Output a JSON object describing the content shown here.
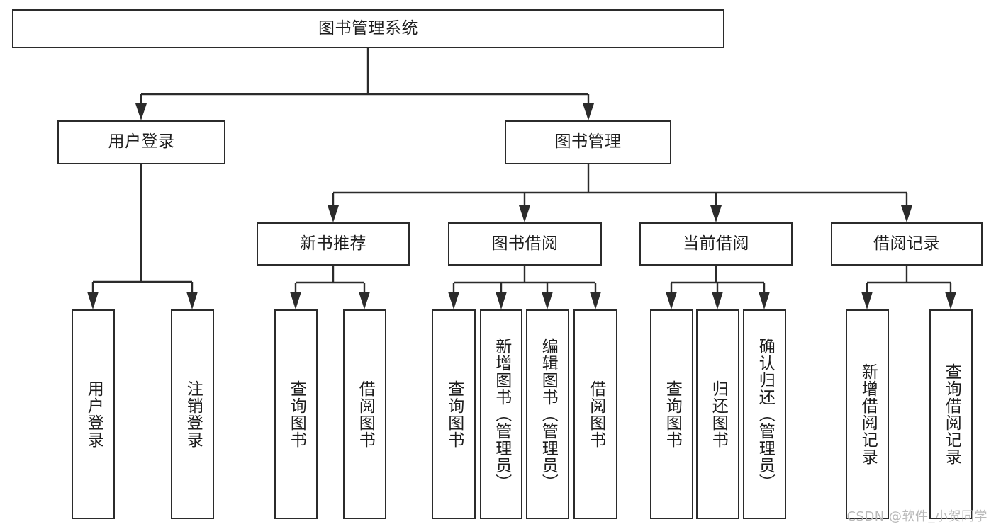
{
  "diagram": {
    "title": "图书管理系统",
    "type": "tree-hierarchy-diagram",
    "nodes": {
      "root": {
        "label": "图书管理系统",
        "orientation": "horizontal"
      },
      "user_login": {
        "label": "用户登录",
        "orientation": "horizontal"
      },
      "book_manage": {
        "label": "图书管理",
        "orientation": "horizontal"
      },
      "new_book_rec": {
        "label": "新书推荐",
        "orientation": "horizontal"
      },
      "book_borrow": {
        "label": "图书借阅",
        "orientation": "horizontal"
      },
      "current_borrow": {
        "label": "当前借阅",
        "orientation": "horizontal"
      },
      "borrow_record": {
        "label": "借阅记录",
        "orientation": "horizontal"
      },
      "leaf_user_login": {
        "label": "用户登录",
        "orientation": "vertical"
      },
      "leaf_logout": {
        "label": "注销登录",
        "orientation": "vertical"
      },
      "leaf_query_book_1": {
        "label": "查询图书",
        "orientation": "vertical"
      },
      "leaf_borrow_book_1": {
        "label": "借阅图书",
        "orientation": "vertical"
      },
      "leaf_query_book_2": {
        "label": "查询图书",
        "orientation": "vertical"
      },
      "leaf_add_book": {
        "label": "新增图书（管理员）",
        "orientation": "vertical"
      },
      "leaf_edit_book": {
        "label": "编辑图书（管理员）",
        "orientation": "vertical"
      },
      "leaf_borrow_book_2": {
        "label": "借阅图书",
        "orientation": "vertical"
      },
      "leaf_query_book_3": {
        "label": "查询图书",
        "orientation": "vertical"
      },
      "leaf_return_book": {
        "label": "归还图书",
        "orientation": "vertical"
      },
      "leaf_confirm_return": {
        "label": "确认归还（管理员）",
        "orientation": "vertical"
      },
      "leaf_add_record": {
        "label": "新增借阅记录",
        "orientation": "vertical"
      },
      "leaf_query_record": {
        "label": "查询借阅记录",
        "orientation": "vertical"
      }
    },
    "edges": [
      {
        "from": "root",
        "to": "user_login"
      },
      {
        "from": "root",
        "to": "book_manage"
      },
      {
        "from": "user_login",
        "to": "leaf_user_login"
      },
      {
        "from": "user_login",
        "to": "leaf_logout"
      },
      {
        "from": "book_manage",
        "to": "new_book_rec"
      },
      {
        "from": "book_manage",
        "to": "book_borrow"
      },
      {
        "from": "book_manage",
        "to": "current_borrow"
      },
      {
        "from": "book_manage",
        "to": "borrow_record"
      },
      {
        "from": "new_book_rec",
        "to": "leaf_query_book_1"
      },
      {
        "from": "new_book_rec",
        "to": "leaf_borrow_book_1"
      },
      {
        "from": "book_borrow",
        "to": "leaf_query_book_2"
      },
      {
        "from": "book_borrow",
        "to": "leaf_add_book"
      },
      {
        "from": "book_borrow",
        "to": "leaf_edit_book"
      },
      {
        "from": "book_borrow",
        "to": "leaf_borrow_book_2"
      },
      {
        "from": "current_borrow",
        "to": "leaf_query_book_3"
      },
      {
        "from": "current_borrow",
        "to": "leaf_return_book"
      },
      {
        "from": "current_borrow",
        "to": "leaf_confirm_return"
      },
      {
        "from": "borrow_record",
        "to": "leaf_add_record"
      },
      {
        "from": "borrow_record",
        "to": "leaf_query_record"
      }
    ],
    "colors": {
      "box_border": "#2b2b2b",
      "box_fill": "#ffffff",
      "text": "#1d1d1d",
      "connector": "#2b2b2b",
      "watermark": "#b9b9b9"
    }
  },
  "watermark": {
    "text": "CSDN @软件_小贺同学"
  }
}
